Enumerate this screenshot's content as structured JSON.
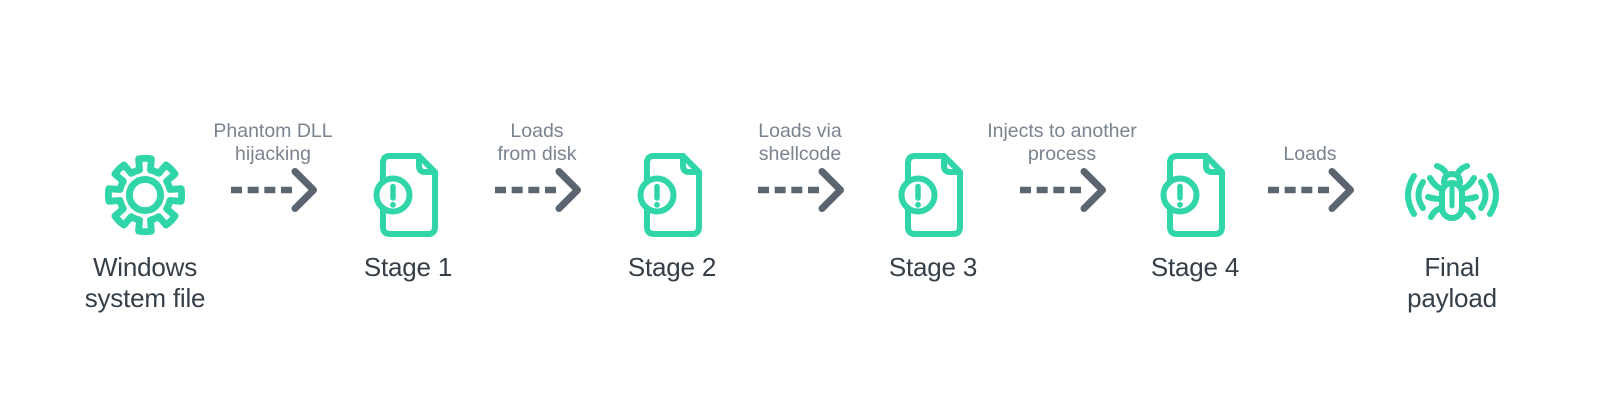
{
  "colors": {
    "accent_teal": "#30d5a8",
    "arrow_gray": "#5b656f",
    "node_text": "#363f47",
    "arrow_label_text": "#7a838e",
    "background": "#ffffff"
  },
  "flow": {
    "nodes": [
      {
        "id": "windows-system-file",
        "icon": "gear-icon",
        "lines": [
          "Windows",
          "system file"
        ]
      },
      {
        "id": "stage-1",
        "icon": "document-alert-icon",
        "lines": [
          "Stage 1"
        ]
      },
      {
        "id": "stage-2",
        "icon": "document-alert-icon",
        "lines": [
          "Stage 2"
        ]
      },
      {
        "id": "stage-3",
        "icon": "document-alert-icon",
        "lines": [
          "Stage 3"
        ]
      },
      {
        "id": "stage-4",
        "icon": "document-alert-icon",
        "lines": [
          "Stage 4"
        ]
      },
      {
        "id": "final-payload",
        "icon": "bug-icon",
        "lines": [
          "Final",
          "payload"
        ]
      }
    ],
    "arrows": [
      {
        "id": "arrow-1",
        "lines": [
          "Phantom DLL",
          "hijacking"
        ]
      },
      {
        "id": "arrow-2",
        "lines": [
          "Loads",
          "from disk"
        ]
      },
      {
        "id": "arrow-3",
        "lines": [
          "Loads via",
          "shellcode"
        ]
      },
      {
        "id": "arrow-4",
        "lines": [
          "Injects to another",
          "process"
        ]
      },
      {
        "id": "arrow-5",
        "lines": [
          "Loads"
        ]
      }
    ]
  }
}
